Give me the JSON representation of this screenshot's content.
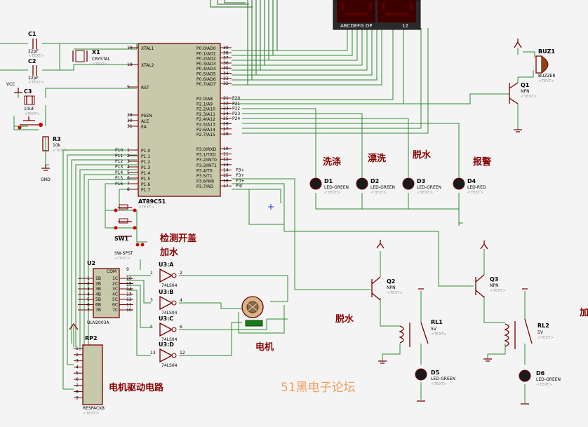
{
  "components": {
    "c1": {
      "ref": "C1",
      "value": "22pF",
      "text": "<TEXT>"
    },
    "c2": {
      "ref": "C2",
      "value": "22pF",
      "text": "<TEXT>"
    },
    "c3": {
      "ref": "C3",
      "value": "10uF",
      "text": "<TEXT>"
    },
    "vcc": "VCC",
    "r3": {
      "ref": "R3",
      "value": "10k",
      "text": "<TEXT>"
    },
    "gnd": "GND",
    "x1": {
      "ref": "X1",
      "value": "CRYSTAL",
      "text": "<TEXT>"
    },
    "mcu": {
      "ref": "AT89C51",
      "text": "<TEXT>",
      "left_pins": [
        {
          "num": "19",
          "name": "XTAL1"
        },
        {
          "num": "18",
          "name": "XTAL2"
        },
        {
          "num": "9",
          "name": "RST"
        },
        {
          "num": "29",
          "name": "PSEN"
        },
        {
          "num": "30",
          "name": "ALE"
        },
        {
          "num": "31",
          "name": "EA"
        },
        {
          "num": "1",
          "name": "P1.0"
        },
        {
          "num": "2",
          "name": "P1.1"
        },
        {
          "num": "3",
          "name": "P1.2"
        },
        {
          "num": "4",
          "name": "P1.3"
        },
        {
          "num": "5",
          "name": "P1.4"
        },
        {
          "num": "6",
          "name": "P1.5"
        },
        {
          "num": "7",
          "name": "P1.6"
        },
        {
          "num": "8",
          "name": "P1.7"
        }
      ],
      "left_net": [
        "P10",
        "P11",
        "P12",
        "P13",
        "P14",
        "P15",
        "P16"
      ],
      "right_pins": [
        {
          "num": "39",
          "name": "P0.0/AD0"
        },
        {
          "num": "38",
          "name": "P0.1/AD1"
        },
        {
          "num": "37",
          "name": "P0.2/AD2"
        },
        {
          "num": "36",
          "name": "P0.3/AD3"
        },
        {
          "num": "35",
          "name": "P0.4/AD4"
        },
        {
          "num": "34",
          "name": "P0.5/AD5"
        },
        {
          "num": "33",
          "name": "P0.6/AD6"
        },
        {
          "num": "32",
          "name": "P0.7/AD7"
        },
        {
          "num": "21",
          "name": "P2.0/A8"
        },
        {
          "num": "22",
          "name": "P2.1/A9"
        },
        {
          "num": "23",
          "name": "P2.2/A10"
        },
        {
          "num": "24",
          "name": "P2.3/A11"
        },
        {
          "num": "25",
          "name": "P2.4/A12"
        },
        {
          "num": "26",
          "name": "P2.5/A13"
        },
        {
          "num": "27",
          "name": "P2.6/A14"
        },
        {
          "num": "28",
          "name": "P2.7/A15"
        },
        {
          "num": "10",
          "name": "P3.0/RXD"
        },
        {
          "num": "11",
          "name": "P3.1/TXD"
        },
        {
          "num": "12",
          "name": "P3.2/INT0"
        },
        {
          "num": "13",
          "name": "P3.3/INT1"
        },
        {
          "num": "14",
          "name": "P3.4/T0"
        },
        {
          "num": "15",
          "name": "P3.5/T1"
        },
        {
          "num": "16",
          "name": "P3.6/WR"
        },
        {
          "num": "17",
          "name": "P3.7/RD"
        }
      ],
      "p2_net": [
        "P20",
        "P21",
        "P22",
        "P23",
        "P24"
      ],
      "p3_net": [
        "P3+",
        "P3+",
        "P3+",
        "P3/"
      ]
    },
    "display": {
      "segments": "ABCDEFG DP",
      "digits": "12"
    },
    "buz1": {
      "ref": "BUZ1",
      "value": "BUZZER",
      "text": "<TEXT>"
    },
    "q1": {
      "ref": "Q1",
      "value": "NPN",
      "text": "<TEXT>"
    },
    "q2": {
      "ref": "Q2",
      "value": "NPN",
      "text": "<TEXT>"
    },
    "q3": {
      "ref": "Q3",
      "value": "NPN",
      "text": "<TEXT>"
    },
    "d1": {
      "ref": "D1",
      "value": "LED-GREEN",
      "text": "<TEXT>"
    },
    "d2": {
      "ref": "D2",
      "value": "LED-GREEN",
      "text": "<TEXT>"
    },
    "d3": {
      "ref": "D3",
      "value": "LED-GREEN",
      "text": "<TEXT>"
    },
    "d4": {
      "ref": "D4",
      "value": "LED-RED",
      "text": "<TEXT>"
    },
    "d5": {
      "ref": "D5",
      "value": "LED-GREEN",
      "text": "<TEXT>"
    },
    "d6": {
      "ref": "D6",
      "value": "LED-GREEN",
      "text": "<TEXT>"
    },
    "sw1": {
      "ref": "SW1",
      "value": "SW-SPST",
      "text": "<TEXT>"
    },
    "u2": {
      "ref": "U2",
      "value": "ULN2003A",
      "com": "COM",
      "in_pins": [
        "1B",
        "2B",
        "3B",
        "4B",
        "5B",
        "6B",
        "7B"
      ],
      "in_nums": [
        "1",
        "2",
        "3",
        "4",
        "5",
        "6",
        "7"
      ],
      "out_pins": [
        "1C",
        "2C",
        "3C",
        "4C",
        "5C",
        "6C",
        "7C"
      ],
      "out_nums": [
        "16",
        "15",
        "14",
        "13",
        "12",
        "11",
        "10"
      ],
      "com_num": "9"
    },
    "u3": {
      "refs": [
        "U3:A",
        "U3:B",
        "U3:C",
        "U3:D"
      ],
      "value": "74LS04",
      "pins": [
        "1",
        "2",
        "3",
        "4",
        "5",
        "6",
        "13",
        "12"
      ]
    },
    "rp2": {
      "ref": "RP2",
      "value": "RESPACK8",
      "text": "<TEXT>",
      "pins": [
        "1",
        "2",
        "3",
        "4",
        "5",
        "6",
        "7",
        "8",
        "9"
      ]
    },
    "rl1": {
      "ref": "RL1",
      "value": "5V",
      "text": "<TEXT>"
    },
    "rl2": {
      "ref": "RL2",
      "value": "5V",
      "text": "<TEXT>"
    }
  },
  "annotations": {
    "wash": "洗涤",
    "rinse": "漂洗",
    "spin": "脱水",
    "alarm": "报警",
    "lid_check": "检测开盖",
    "water_add": "加水",
    "spin2": "脱水",
    "motor": "电机",
    "motor_drive": "电机驱动电路",
    "watermark": "51黑电子论坛",
    "cut_right": "加"
  },
  "colors": {
    "wire": "#2e8b2e",
    "part_outline": "#7a0000",
    "chip_body": "#c8c8aa",
    "annotation": "#8b0000",
    "watermark": "#f0a060"
  }
}
